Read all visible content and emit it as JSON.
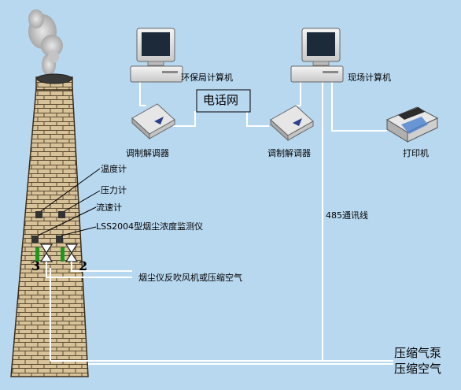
{
  "labels": {
    "epb_computer": "环保局计算机",
    "site_computer": "现场计算机",
    "phone_network": "电话网",
    "modem_left": "调制解调器",
    "modem_right": "调制解调器",
    "printer": "打印机",
    "thermometer": "温度计",
    "pressure_gauge": "压力计",
    "flowmeter": "流速计",
    "dust_monitor": "LSS2004型烟尘浓度监测仪",
    "bus_485": "485通讯线",
    "blowback": "烟尘仪反吹风机或压缩空气",
    "valve_3": "3",
    "valve_2": "2",
    "compressor_pump": "压缩气泵",
    "compressed_air": "压缩空气"
  },
  "colors": {
    "background": "#b8d8f0",
    "brick": "#d8c29a",
    "mortar": "#5a4a30",
    "line": "#ffffff",
    "smoke": "#bfbfbf",
    "valve_green": "#1a9a1a"
  }
}
